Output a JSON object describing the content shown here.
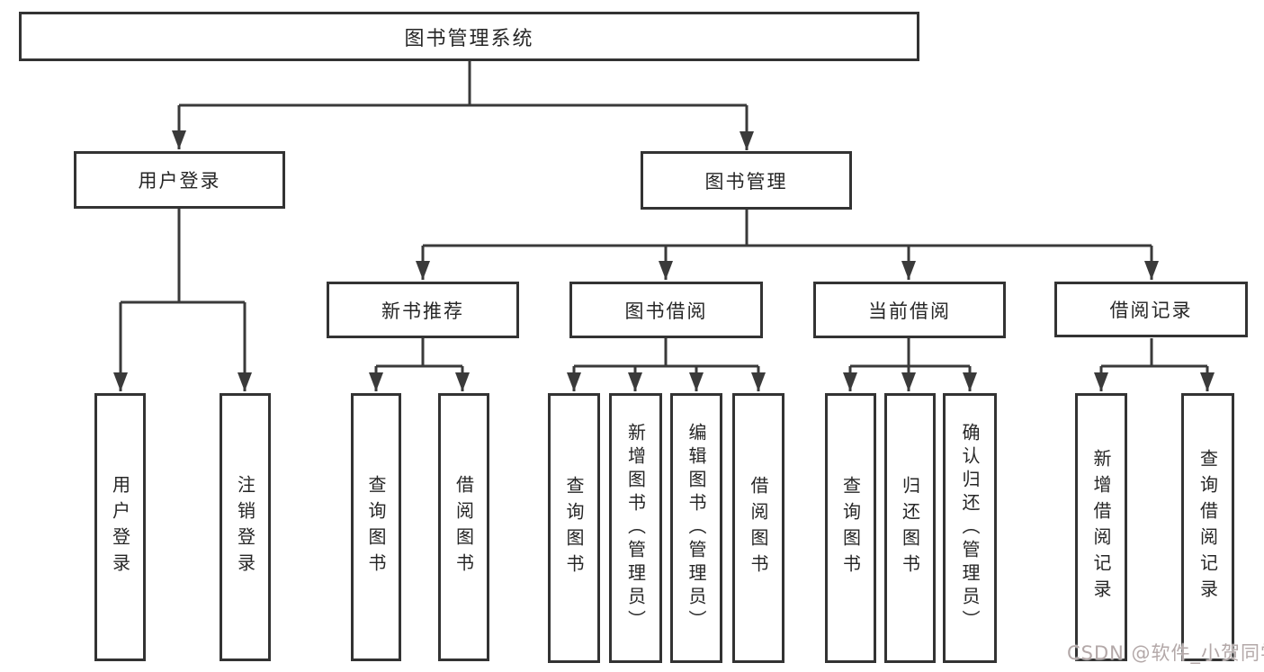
{
  "tree": {
    "label": "图书管理系统",
    "children": [
      {
        "label": "用户登录",
        "children": [
          {
            "label": "用户登录"
          },
          {
            "label": "注销登录"
          }
        ]
      },
      {
        "label": "图书管理",
        "children": [
          {
            "label": "新书推荐",
            "children": [
              {
                "label": "查询图书"
              },
              {
                "label": "借阅图书"
              }
            ]
          },
          {
            "label": "图书借阅",
            "children": [
              {
                "label": "查询图书"
              },
              {
                "label": "新增图书（管理员）"
              },
              {
                "label": "编辑图书（管理员）"
              },
              {
                "label": "借阅图书"
              }
            ]
          },
          {
            "label": "当前借阅",
            "children": [
              {
                "label": "查询图书"
              },
              {
                "label": "归还图书"
              },
              {
                "label": "确认归还（管理员）"
              }
            ]
          },
          {
            "label": "借阅记录",
            "children": [
              {
                "label": "新增借阅记录"
              },
              {
                "label": "查询借阅记录"
              }
            ]
          }
        ]
      }
    ]
  },
  "watermark": {
    "text": "CSDN @软件_小贺同学"
  },
  "colors": {
    "line": "#3a3a3a",
    "box_border": "#333333",
    "text": "#262626",
    "watermark": "#b3a8a8",
    "background": "#ffffff"
  }
}
